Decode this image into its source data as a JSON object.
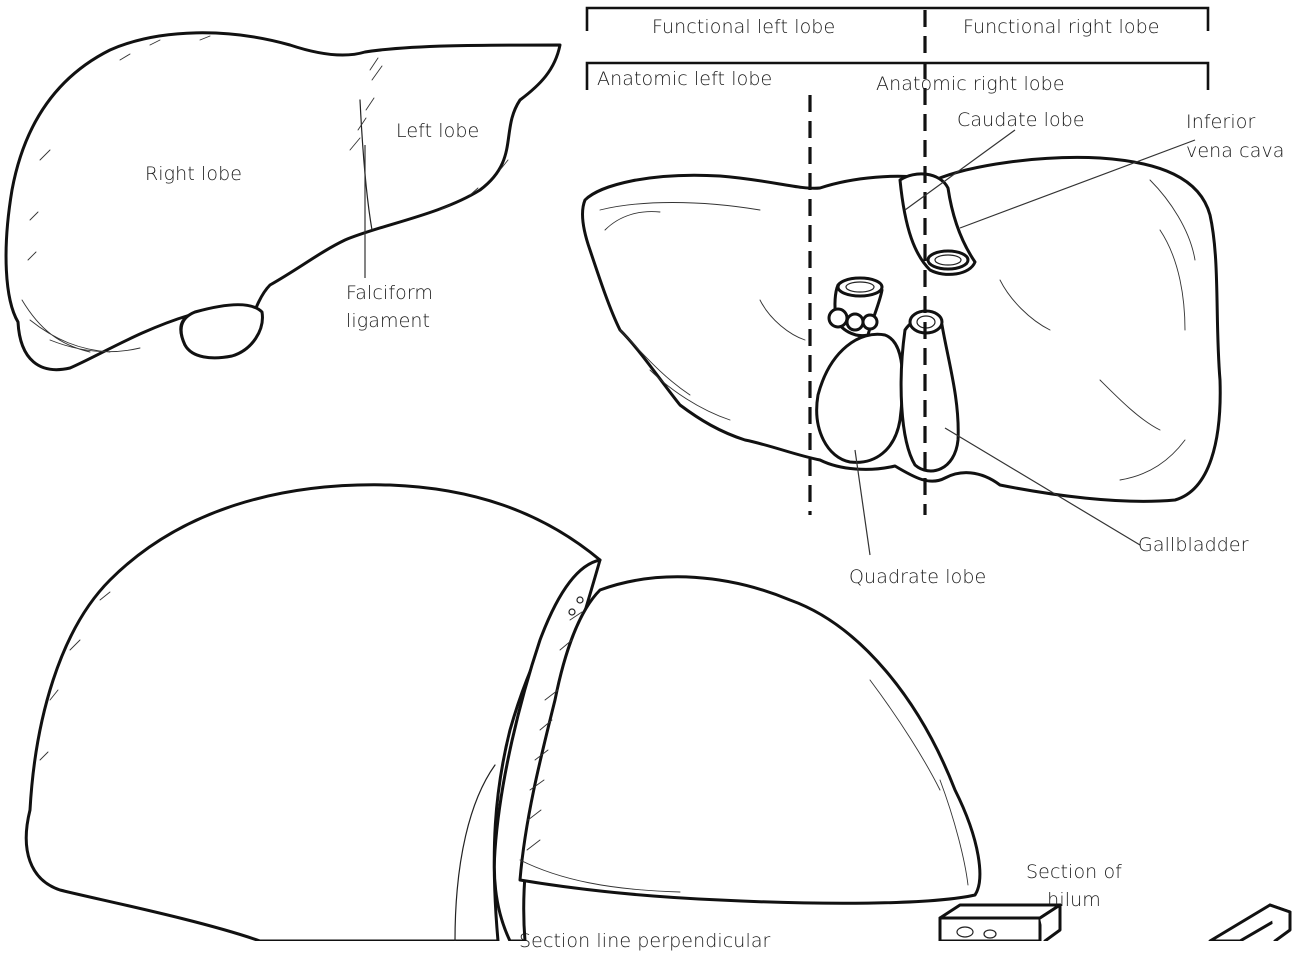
{
  "labels": {
    "functional_left_lobe": "Functional left lobe",
    "functional_right_lobe": "Functional right lobe",
    "anatomic_left_lobe": "Anatomic left lobe",
    "anatomic_right_lobe": "Anatomic right lobe",
    "caudate_lobe": "Caudate lobe",
    "inferior_vena_cava_line1": "Inferior",
    "inferior_vena_cava_line2": "vena cava",
    "right_lobe": "Right lobe",
    "left_lobe": "Left lobe",
    "falciform_line1": "Falciform",
    "falciform_line2": "ligament",
    "gallbladder": "Gallbladder",
    "quadrate_lobe": "Quadrate lobe",
    "section_of_hilum_line1": "Section of",
    "section_of_hilum_line2": "hilum",
    "section_caption": "Section line perpendicular"
  }
}
